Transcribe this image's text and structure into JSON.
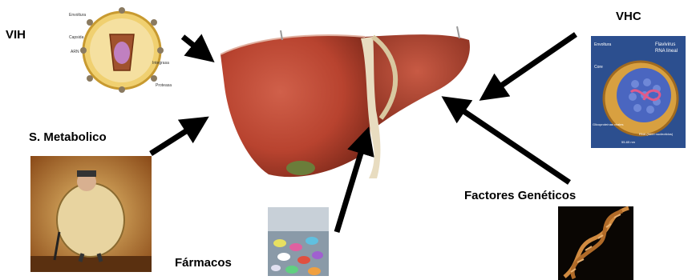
{
  "labels": {
    "vih": "VIH",
    "vhc": "VHC",
    "metabolico": "S. Metabolico",
    "farmacos": "Fármacos",
    "geneticos": "Factores Genéticos"
  },
  "vih_diagram": {
    "envelope": "Envoltura",
    "capsid": "Capsida",
    "rna": "ARN",
    "integrase": "Integrasa",
    "protease": "Proteasa"
  },
  "vhc_diagram": {
    "envelope": "Envoltura",
    "core": "Core",
    "family": "Flavivirus",
    "genome": "RNA lineal",
    "glycoproteins": "Glicoproteínas virales",
    "genome_size": "RNA (9600 nucleotidos)",
    "size": "55-65 nm"
  },
  "colors": {
    "arrow": "#000000",
    "liver": "#b8432f",
    "liver_shadow": "#7f2a1b",
    "ligament": "#e8dcc0",
    "vhc_bg": "#2c4f8f"
  }
}
